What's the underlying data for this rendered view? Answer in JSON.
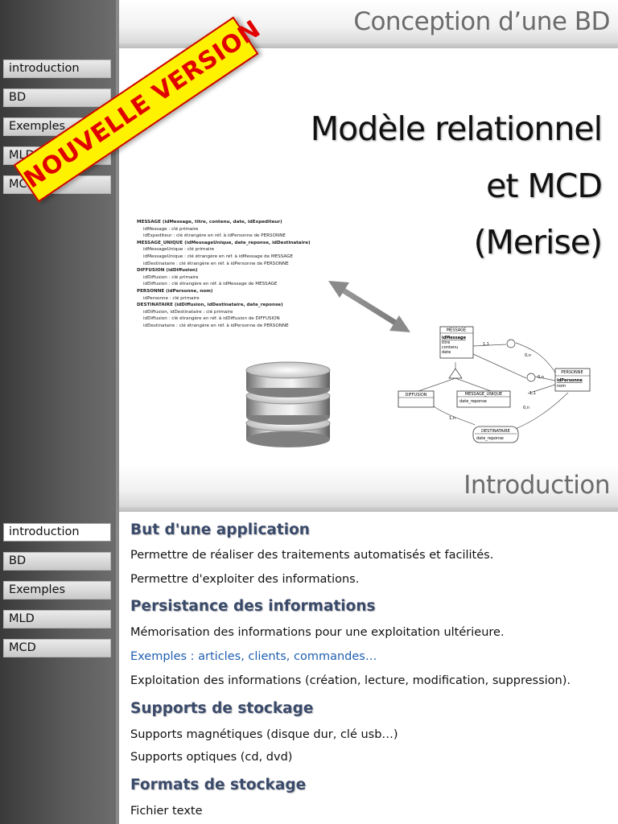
{
  "slide1": {
    "title": "Conception d’une BD",
    "nav": [
      {
        "label": "introduction"
      },
      {
        "label": "BD"
      },
      {
        "label": "Exemples"
      },
      {
        "label": "MLD"
      },
      {
        "label": "MCD"
      }
    ],
    "headline": {
      "line1": "Modèle relationnel",
      "line2": "et MCD",
      "line3": "(Merise)"
    },
    "stamp": "NOUVELLE VERSION",
    "schema": [
      {
        "text": "MESSAGE (idMessage, titre, contenu, date, idExpediteur)",
        "bold": true
      },
      {
        "text": "idMessage : clé primaire",
        "bold": false
      },
      {
        "text": "idExpediteur : clé étrangère en réf. à idPersonne de PERSONNE",
        "bold": false
      },
      {
        "text": "MESSAGE_UNIQUE (idMessageUnique, date_reponse, idDestinataire)",
        "bold": true
      },
      {
        "text": "idMessageUnique : clé primaire",
        "bold": false
      },
      {
        "text": "idMessageUnique : clé étrangère en réf. à idMessage de MESSAGE",
        "bold": false
      },
      {
        "text": "idDestinataire : clé étrangère en réf. à idPersonne de PERSONNE",
        "bold": false
      },
      {
        "text": "DIFFUSION (idDiffusion)",
        "bold": true
      },
      {
        "text": "idDiffusion : clé primaire",
        "bold": false
      },
      {
        "text": "idDiffusion : clé étrangère en réf. à idMessage de MESSAGE",
        "bold": false
      },
      {
        "text": "PERSONNE (idPersonne, nom)",
        "bold": true
      },
      {
        "text": "idPersonne : clé primaire",
        "bold": false
      },
      {
        "text": "DESTINATAIRE (idDiffusion, idDestinataire, date_reponse)",
        "bold": true
      },
      {
        "text": "idDiffusion, idDestinataire : clé primaire",
        "bold": false
      },
      {
        "text": "idDiffusion : clé étrangère en réf. à idDiffusion de DIFFUSION",
        "bold": false
      },
      {
        "text": "idDestinataire : clé étrangère en réf. à idPersonne de PERSONNE",
        "bold": false
      }
    ],
    "mcd": {
      "message": {
        "name": "MESSAGE",
        "attrs": [
          "idMessage",
          "titre",
          "contenu",
          "date"
        ]
      },
      "personne": {
        "name": "PERSONNE",
        "attrs": [
          "idPersonne",
          "nom"
        ]
      },
      "diffusion": {
        "name": "DIFFUSION"
      },
      "message_unique": {
        "name": "MESSAGE_UNIQUE",
        "attr": "date_reponse"
      },
      "destinataire": {
        "name": "DESTINATAIRE",
        "attr": "date_reponse"
      },
      "cardinalities": {
        "msg_out": "1,1",
        "pers_in1": "0,n",
        "pers_in2": "0,n",
        "mu_pers": "1,1",
        "diff_dest": "1,n",
        "dest_pers": "0,n"
      }
    }
  },
  "slide2": {
    "title": "Introduction",
    "nav": [
      {
        "label": "introduction"
      },
      {
        "label": "BD"
      },
      {
        "label": "Exemples"
      },
      {
        "label": "MLD"
      },
      {
        "label": "MCD"
      }
    ],
    "sections": {
      "h1": "But d'une application",
      "p1": "Permettre de réaliser des traitements automatisés et facilités.",
      "p2": "Permettre d'exploiter des informations.",
      "h2": "Persistance des informations",
      "p3": "Mémorisation des informations pour une exploitation ultérieure.",
      "p4": "Exemples : articles, clients, commandes…",
      "p5": "Exploitation des informations (création, lecture, modification, suppression).",
      "h3": "Supports de stockage",
      "p6": "Supports magnétiques (disque dur, clé usb…)",
      "p7": "Supports optiques (cd, dvd)",
      "h4": "Formats de stockage",
      "p8": "Fichier texte"
    }
  }
}
